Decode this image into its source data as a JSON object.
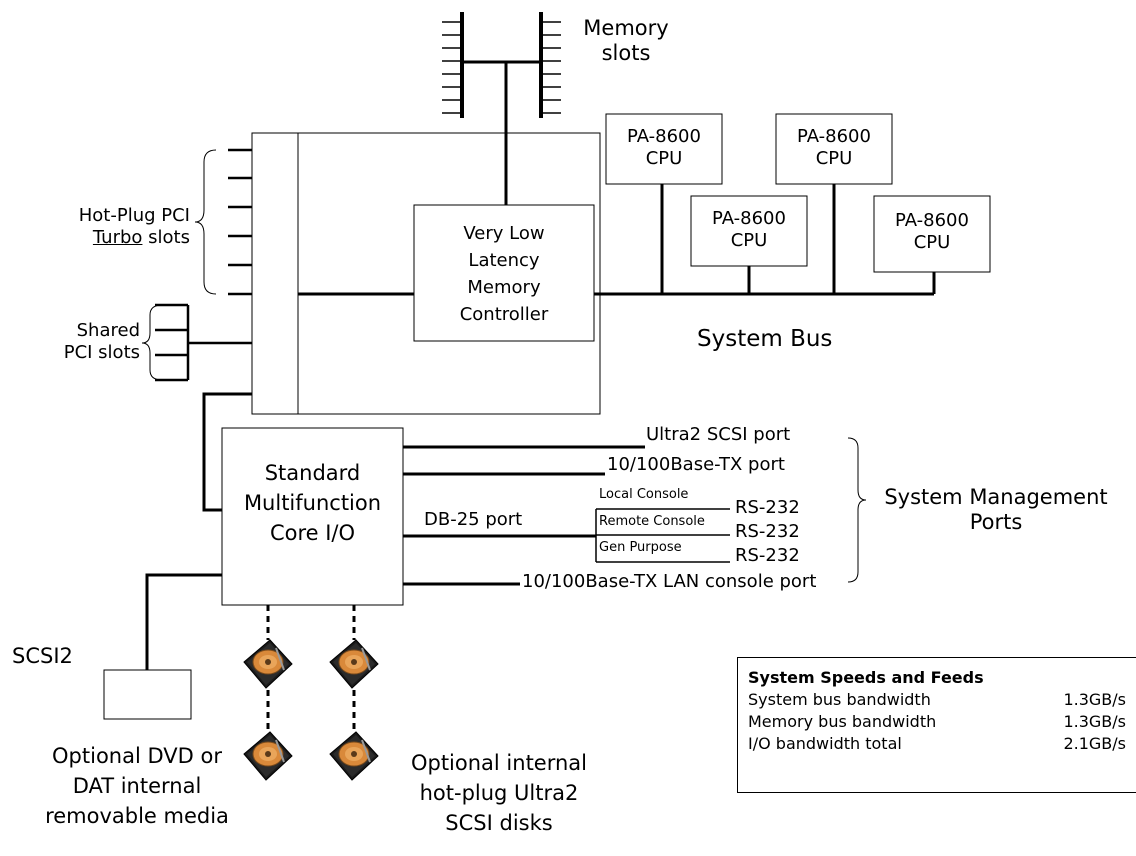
{
  "memory": {
    "label_line1": "Memory",
    "label_line2": "slots"
  },
  "cpus": [
    {
      "line1": "PA-8600",
      "line2": "CPU"
    },
    {
      "line1": "PA-8600",
      "line2": "CPU"
    },
    {
      "line1": "PA-8600",
      "line2": "CPU"
    },
    {
      "line1": "PA-8600",
      "line2": "CPU"
    }
  ],
  "memory_controller": {
    "lines": [
      "Very Low",
      "Latency",
      "Memory",
      "Controller"
    ]
  },
  "system_bus": {
    "label": "System Bus"
  },
  "hotplug_pci": {
    "line1": "Hot-Plug PCI",
    "line2_underlined": "Turbo",
    "line2_rest": " slots"
  },
  "shared_pci": {
    "line1": "Shared",
    "line2": "PCI slots"
  },
  "core_io": {
    "lines": [
      "Standard",
      "Multifunction",
      "Core I/O"
    ]
  },
  "ports": {
    "ultra2_scsi": "Ultra2 SCSI port",
    "base_tx": "10/100Base-TX port",
    "db25": "DB-25 port",
    "local_console": "Local Console",
    "remote_console": "Remote Console",
    "gen_purpose": "Gen Purpose",
    "rs232_1": "RS-232",
    "rs232_2": "RS-232",
    "rs232_3": "RS-232",
    "lan_console": "10/100Base-TX LAN console port"
  },
  "system_management": {
    "line1": "System Management",
    "line2": "Ports"
  },
  "scsi2": {
    "label": "SCSI2"
  },
  "removable_media": {
    "lines": [
      "Optional DVD or",
      "DAT internal",
      "removable media"
    ]
  },
  "internal_disks": {
    "lines": [
      "Optional internal",
      "hot-plug Ultra2",
      "SCSI disks"
    ]
  },
  "speeds_table": {
    "title": "System Speeds and Feeds",
    "rows": [
      {
        "name": "System bus bandwidth",
        "value": "1.3GB/s"
      },
      {
        "name": "Memory bus bandwidth",
        "value": "1.3GB/s"
      },
      {
        "name": "I/O bandwidth total",
        "value": "2.1GB/s"
      }
    ]
  },
  "colors": {
    "line": "#000000",
    "disk_body": "#1a1a1a",
    "disk_platter": "#c87a2a"
  }
}
